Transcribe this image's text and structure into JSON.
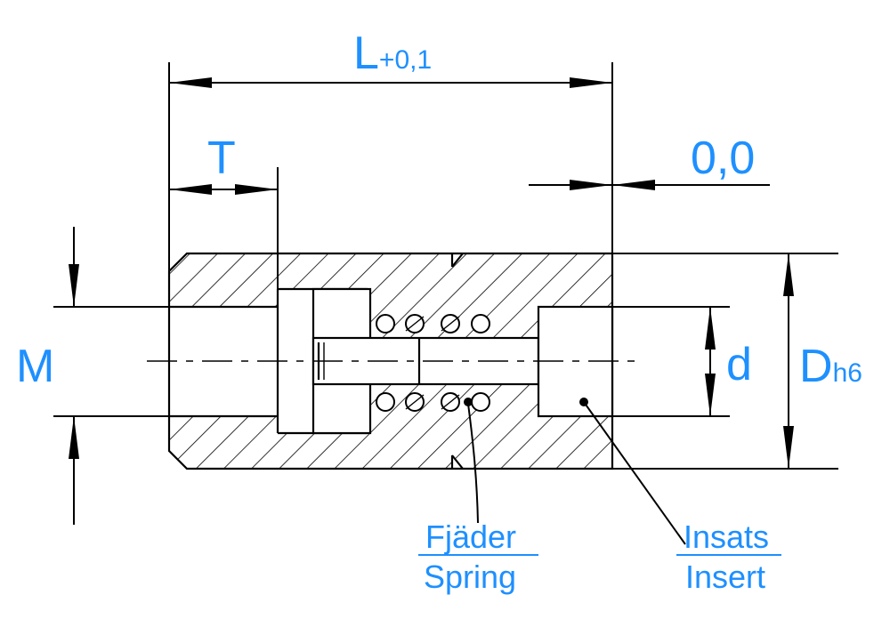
{
  "colors": {
    "line": "#000000",
    "label": "#1E90FF",
    "background": "#ffffff"
  },
  "dimensions": {
    "length": {
      "symbol": "L",
      "tolerance": "+0,1"
    },
    "thread_depth": "T",
    "offset": "0,0",
    "thread": "M",
    "bore": "d",
    "outer_diameter": {
      "symbol": "D",
      "tolerance": "h6"
    }
  },
  "parts": {
    "spring": {
      "swedish": "Fjäder",
      "english": "Spring"
    },
    "insert": {
      "swedish": "Insats",
      "english": "Insert"
    }
  }
}
